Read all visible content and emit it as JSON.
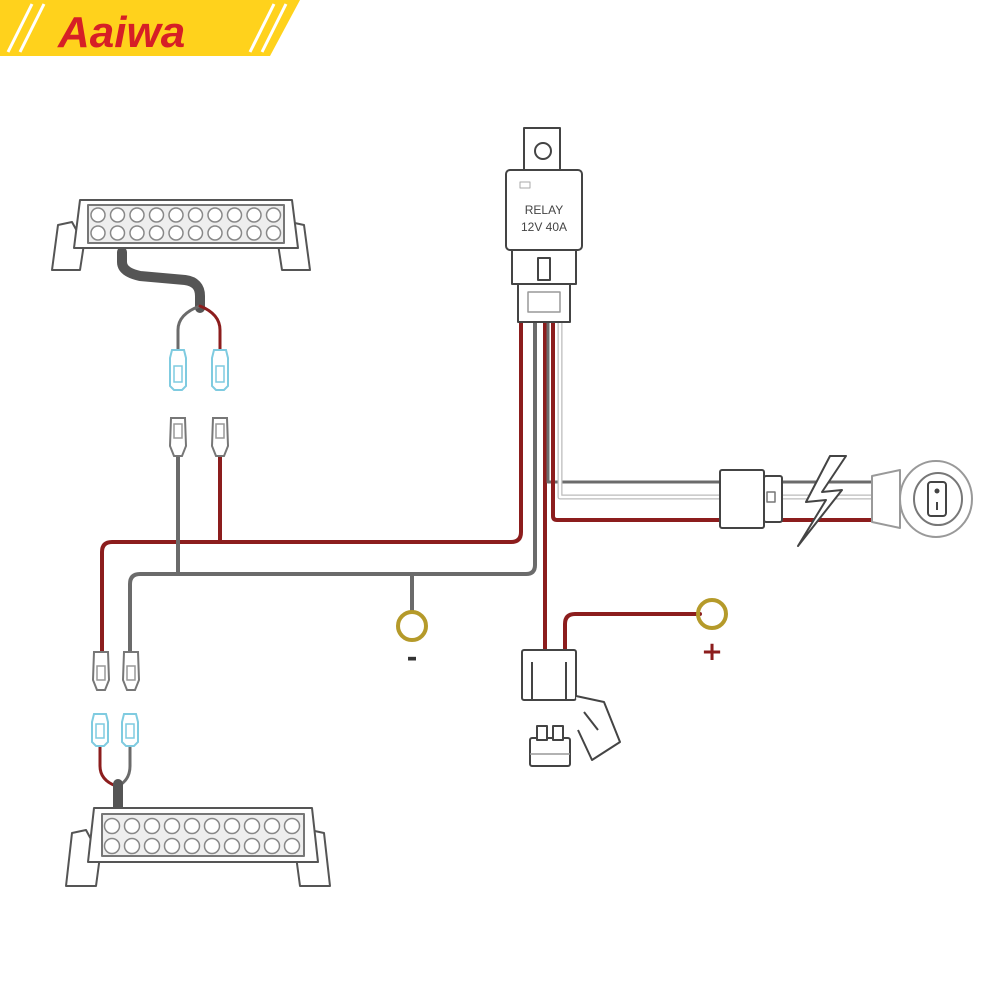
{
  "brand": {
    "name": "Aaiwa",
    "banner_color": "#ffd21c",
    "text_color": "#d61f26"
  },
  "relay": {
    "label": "RELAY",
    "rating": "12V 40A"
  },
  "terminals": {
    "negative_sign": "-",
    "positive_sign": "+"
  },
  "colors": {
    "positive_wire": "#8c1d1d",
    "negative_wire": "#6b6b6b",
    "signal_wire": "#d9d9d9",
    "ring_terminal": "#b59a2a",
    "connector": "#7fcbe0",
    "outline": "#444444"
  },
  "components": [
    {
      "name": "light-bar-top",
      "icon": "light-bar-icon"
    },
    {
      "name": "light-bar-bottom",
      "icon": "light-bar-icon"
    },
    {
      "name": "relay",
      "icon": "relay-icon"
    },
    {
      "name": "fuse-holder",
      "icon": "fuse-icon"
    },
    {
      "name": "switch",
      "icon": "rocker-switch-icon"
    },
    {
      "name": "negative-ring-terminal",
      "icon": "ring-terminal-icon"
    },
    {
      "name": "positive-ring-terminal",
      "icon": "ring-terminal-icon"
    }
  ]
}
